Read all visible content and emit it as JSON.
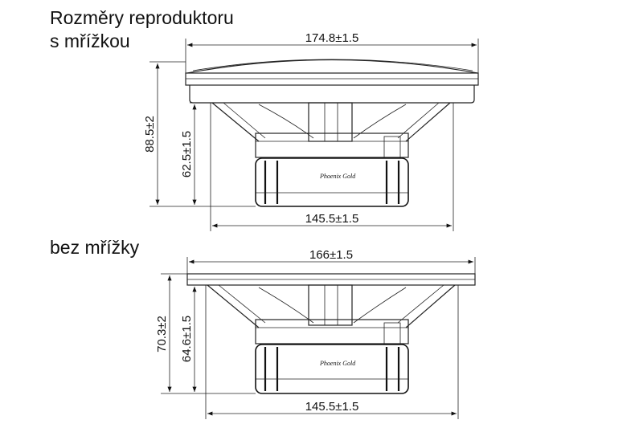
{
  "headings": {
    "with_grille_line1": "Rozměry reproduktoru",
    "with_grille_line2": "s mřížkou",
    "without_grille": "bez  mřížky"
  },
  "top_view": {
    "width_top": "174.8±1.5",
    "width_bottom": "145.5±1.5",
    "height_total": "88.5±2",
    "height_inner": "62.5±1.5",
    "brand_mark": "Phoenix Gold"
  },
  "bottom_view": {
    "width_top": "166±1.5",
    "width_bottom": "145.5±1.5",
    "height_total": "70.3±2",
    "height_inner": "64.6±1.5",
    "brand_mark": "Phoenix Gold"
  }
}
